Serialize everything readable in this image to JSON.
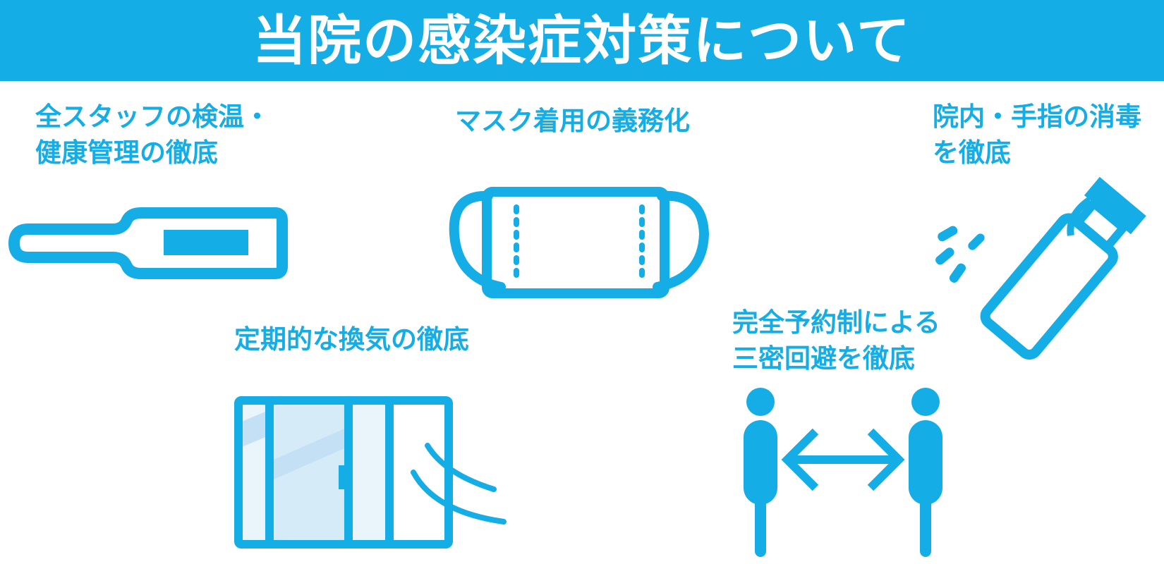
{
  "banner": {
    "title": "当院の感染症対策について"
  },
  "items": {
    "temperature": {
      "line1": "全スタッフの検温・",
      "line2": "健康管理の徹底",
      "icon": "thermometer-icon"
    },
    "mask": {
      "line1": "マスク着用の義務化",
      "icon": "mask-icon"
    },
    "disinfection": {
      "line1": "院内・手指の消毒",
      "line2": "を徹底",
      "icon": "spray-bottle-icon"
    },
    "ventilation": {
      "line1": "定期的な換気の徹底",
      "icon": "open-window-icon"
    },
    "distancing": {
      "line1": "完全予約制による",
      "line2": "三密回避を徹底",
      "icon": "social-distancing-icon"
    }
  },
  "colors": {
    "accent": "#14ade5",
    "background": "#ffffff",
    "glass_light": "#d6ebf8",
    "glass_pale": "#eaf4fb"
  }
}
